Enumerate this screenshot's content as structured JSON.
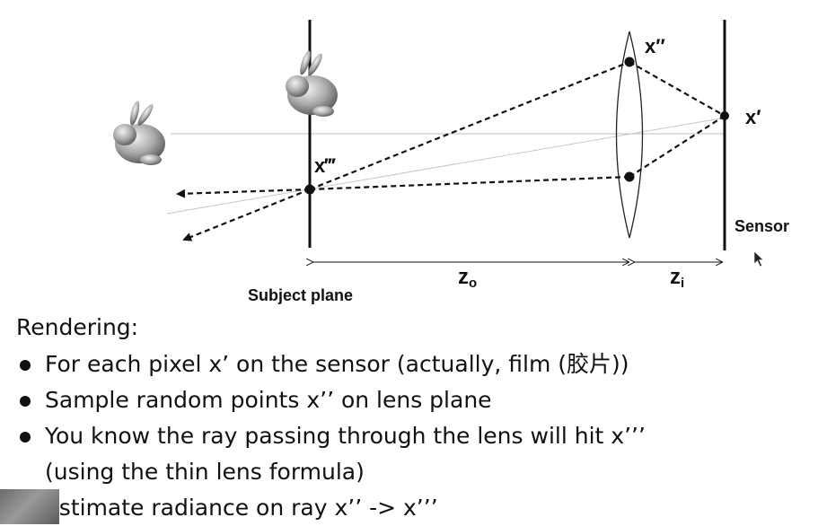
{
  "diagram": {
    "point_labels": {
      "x_lens": "x″",
      "x_sensor": "x′",
      "x_subject": "x‴"
    },
    "plane_labels": {
      "sensor": "Sensor",
      "subject_plane": "Subject plane"
    },
    "distance_labels": {
      "z_o_main": "z",
      "z_o_sub": "o",
      "z_i_main": "z",
      "z_i_sub": "i"
    },
    "icons": [
      "bunny-icon",
      "bunny-icon",
      "mouse-cursor-icon"
    ]
  },
  "text": {
    "heading": "Rendering:",
    "bullets": [
      "For each pixel x’ on the sensor (actually, film (胶片))",
      "Sample random points x’’ on lens plane",
      "You know the ray passing through the lens will hit x’’’",
      "Estimate radiance on ray x’’ -> x’’’"
    ],
    "bullet3_continuation": "(using the thin lens formula)"
  }
}
